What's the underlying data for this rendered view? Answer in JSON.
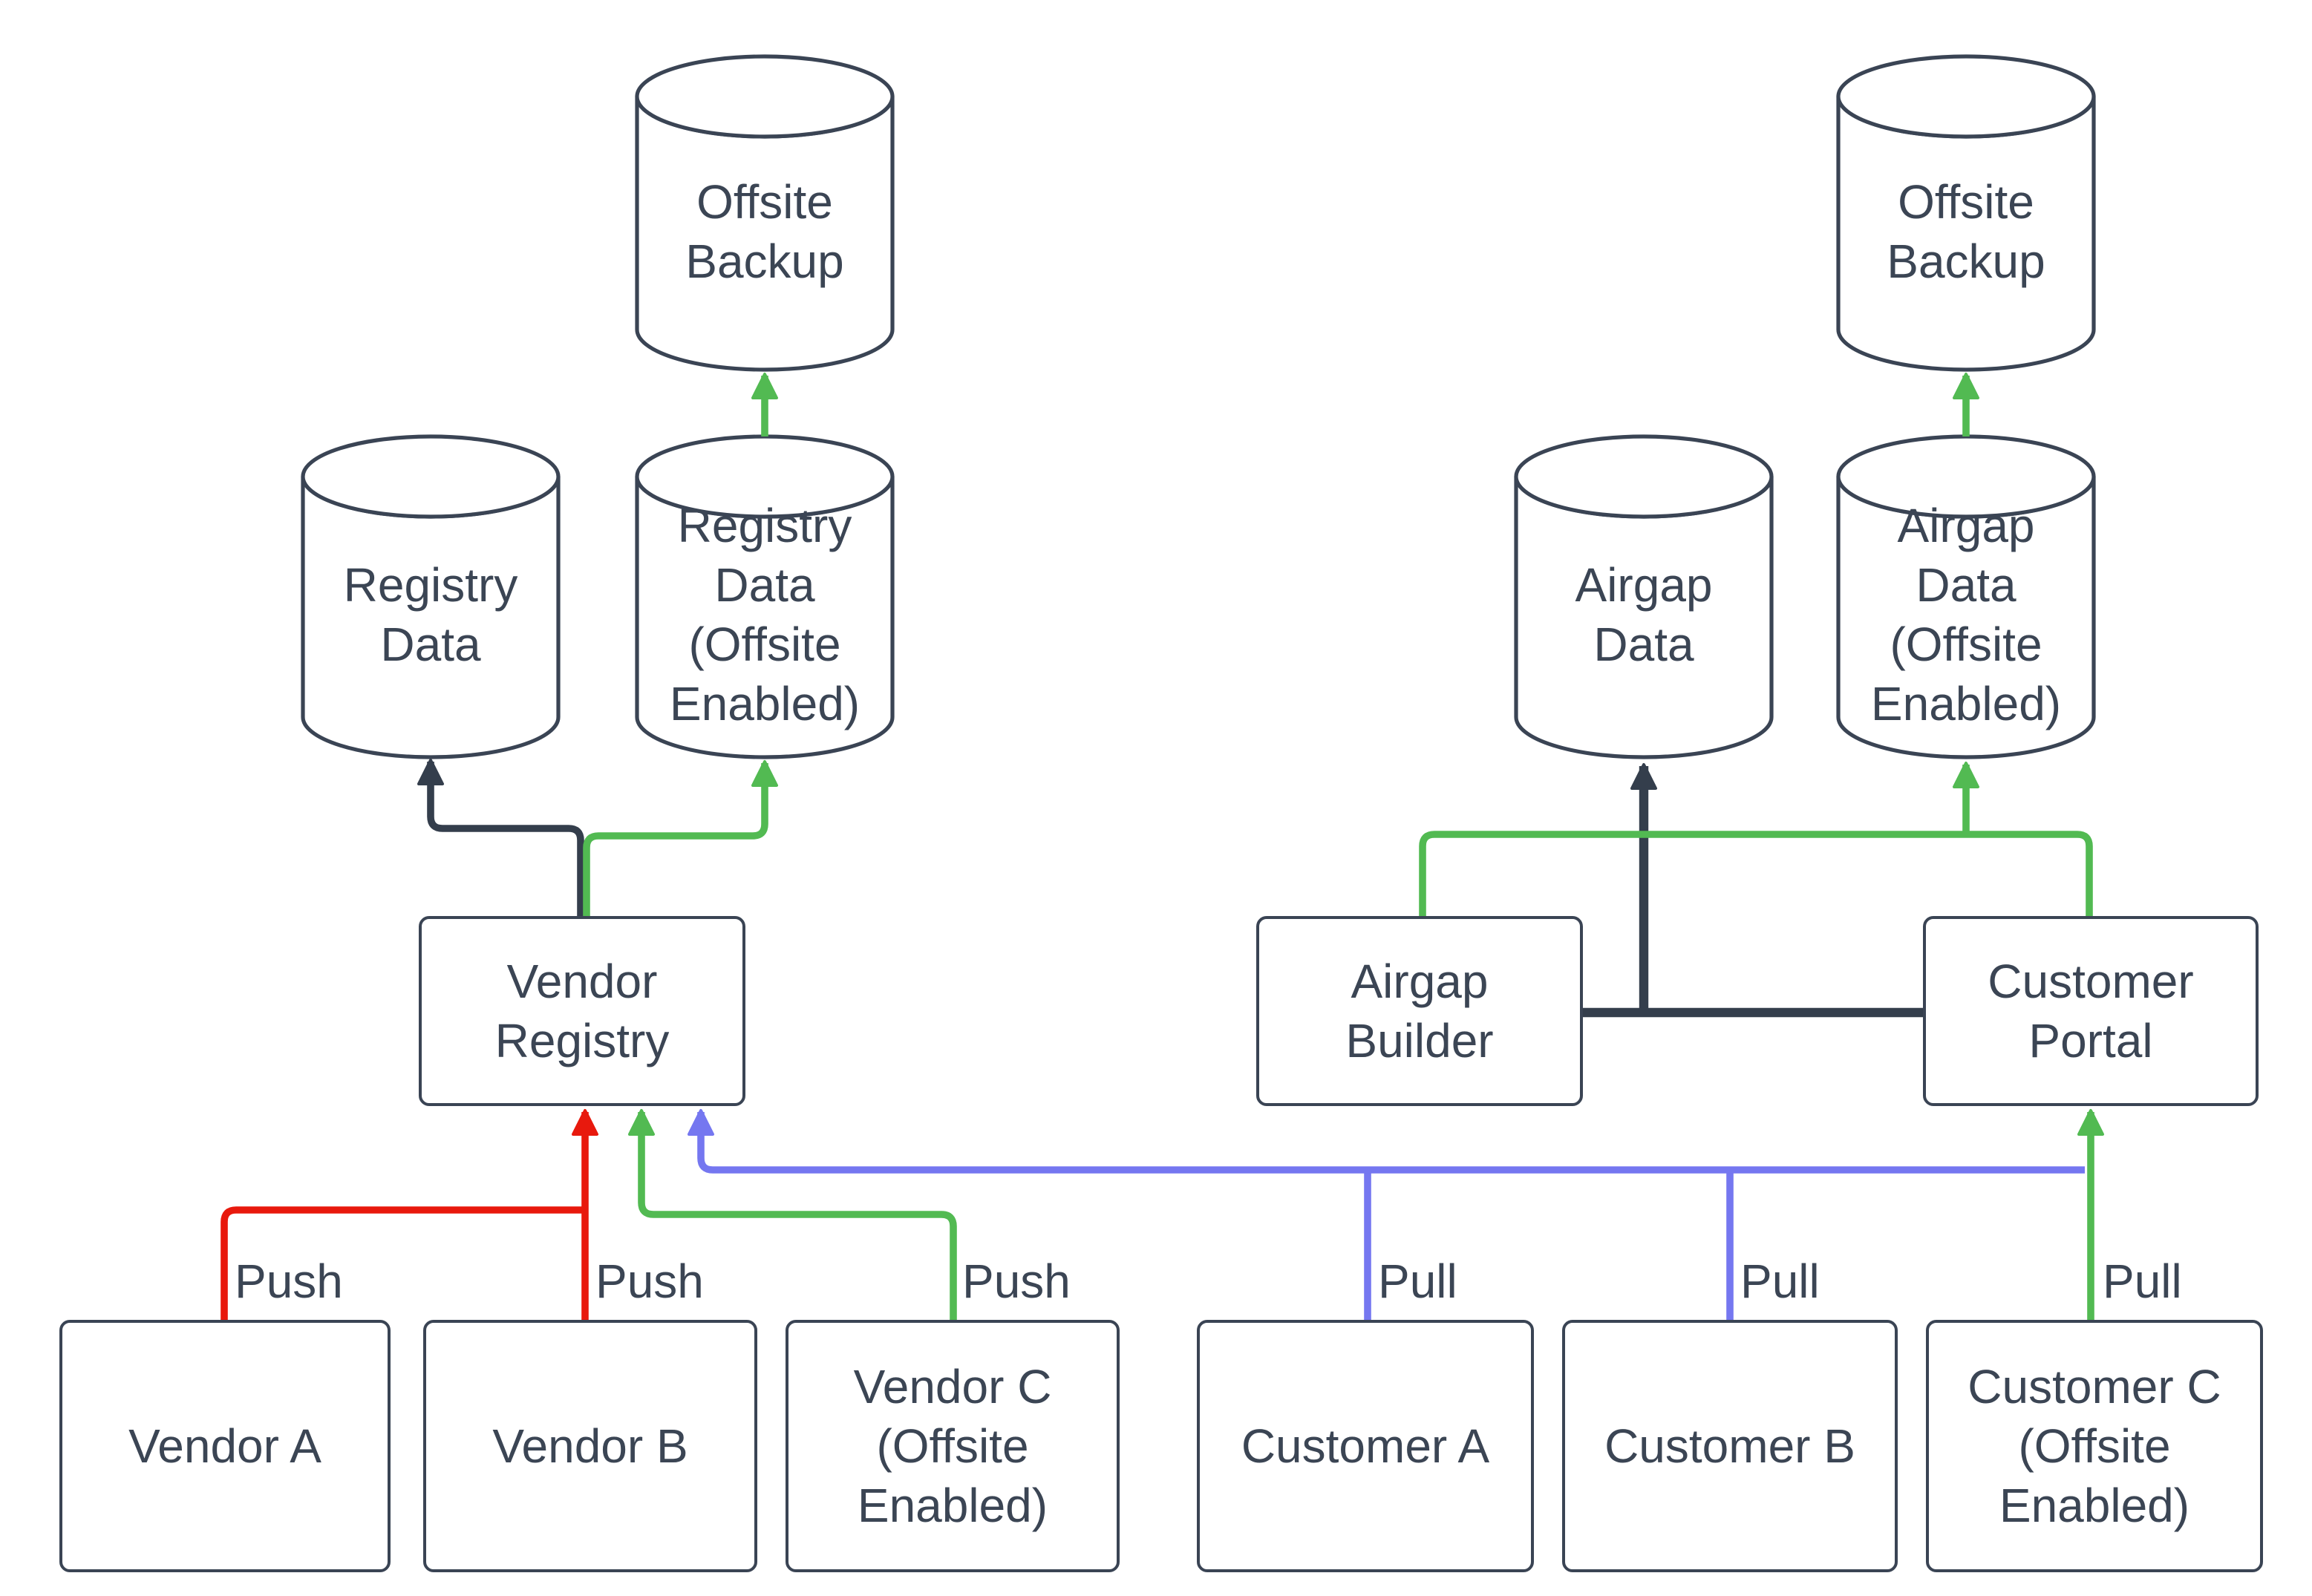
{
  "diagram": {
    "type": "architecture-flow-diagram",
    "background": "#ffffff",
    "nodes": {
      "offsite_backup_left": {
        "label": "Offsite\nBackup",
        "shape": "cylinder"
      },
      "registry_data": {
        "label": "Registry\nData",
        "shape": "cylinder"
      },
      "registry_data_offsite": {
        "label": "Registry\nData\n(Offsite\nEnabled)",
        "shape": "cylinder"
      },
      "vendor_registry": {
        "label": "Vendor\nRegistry",
        "shape": "rectangle"
      },
      "vendor_a": {
        "label": "Vendor A",
        "shape": "rectangle"
      },
      "vendor_b": {
        "label": "Vendor B",
        "shape": "rectangle"
      },
      "vendor_c": {
        "label": "Vendor C\n(Offsite\nEnabled)",
        "shape": "rectangle"
      },
      "airgap_data": {
        "label": "Airgap\nData",
        "shape": "cylinder"
      },
      "airgap_data_offsite": {
        "label": "Airgap\nData\n(Offsite\nEnabled)",
        "shape": "cylinder"
      },
      "offsite_backup_right": {
        "label": "Offsite\nBackup",
        "shape": "cylinder"
      },
      "airgap_builder": {
        "label": "Airgap\nBuilder",
        "shape": "rectangle"
      },
      "customer_portal": {
        "label": "Customer\nPortal",
        "shape": "rectangle"
      },
      "customer_a": {
        "label": "Customer A",
        "shape": "rectangle"
      },
      "customer_b": {
        "label": "Customer B",
        "shape": "rectangle"
      },
      "customer_c": {
        "label": "Customer C\n(Offsite\nEnabled)",
        "shape": "rectangle"
      }
    },
    "edges": [
      {
        "from": "vendor_a",
        "to": "vendor_registry",
        "label": "Push",
        "color": "red",
        "arrowhead": true
      },
      {
        "from": "vendor_b",
        "to": "vendor_registry",
        "label": "Push",
        "color": "red",
        "arrowhead": true
      },
      {
        "from": "vendor_c",
        "to": "vendor_registry",
        "label": "Push",
        "color": "green",
        "arrowhead": true
      },
      {
        "from": "customer_a",
        "to": "vendor_registry",
        "label": "Pull",
        "color": "blue",
        "arrowhead": true
      },
      {
        "from": "customer_b",
        "to": "vendor_registry",
        "label": "Pull",
        "color": "blue",
        "arrowhead": true
      },
      {
        "from": "customer_c",
        "to": "customer_portal",
        "label": "Pull",
        "color": "green",
        "arrowhead": true
      },
      {
        "from": "vendor_registry",
        "to": "registry_data",
        "label": "",
        "color": "dark",
        "arrowhead": true
      },
      {
        "from": "vendor_registry",
        "to": "registry_data_offsite",
        "label": "",
        "color": "green",
        "arrowhead": true
      },
      {
        "from": "registry_data_offsite",
        "to": "offsite_backup_left",
        "label": "",
        "color": "green",
        "arrowhead": true
      },
      {
        "from": "airgap_builder",
        "to": "customer_portal",
        "label": "",
        "color": "dark",
        "arrowhead": false
      },
      {
        "from": "customer_portal",
        "to": "airgap_data",
        "label": "",
        "color": "dark",
        "arrowhead": true
      },
      {
        "from": "customer_portal",
        "to": "airgap_data_offsite",
        "label": "",
        "color": "green",
        "arrowhead": true,
        "branch_from": "airgap_builder"
      },
      {
        "from": "airgap_data_offsite",
        "to": "offsite_backup_right",
        "label": "",
        "color": "green",
        "arrowhead": true
      }
    ],
    "colors": {
      "red": "#e8190d",
      "green": "#52ba52",
      "blue": "#7577f0",
      "dark": "#343e4c",
      "node_stroke": "#3a4454",
      "text": "#3b4554",
      "background": "#ffffff"
    }
  }
}
